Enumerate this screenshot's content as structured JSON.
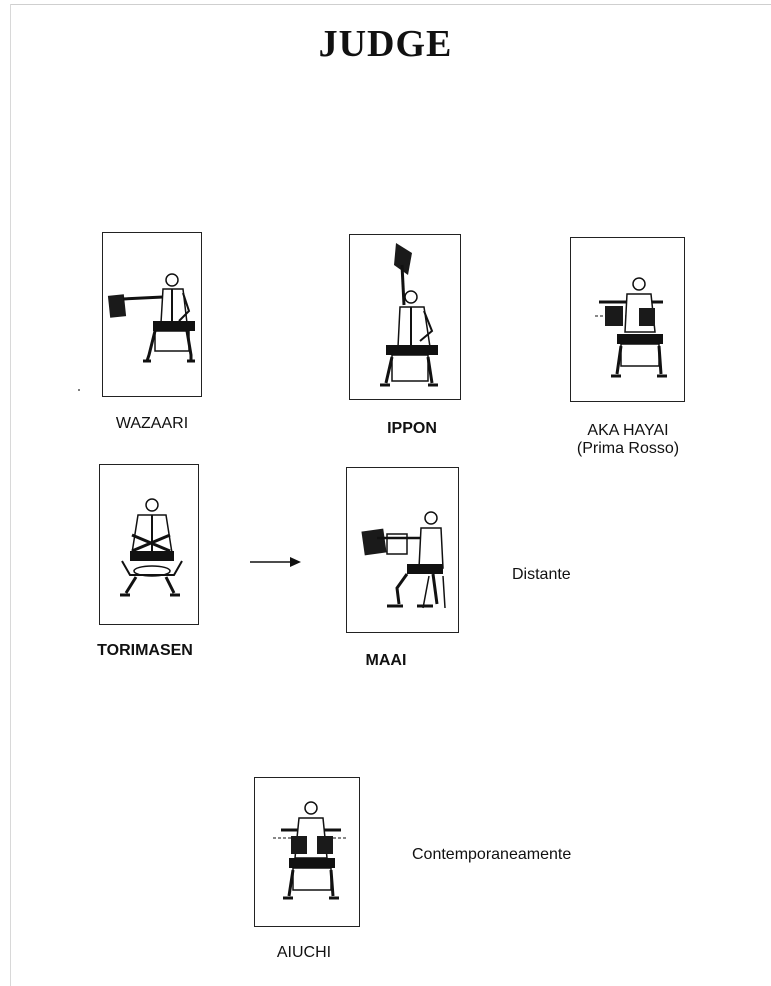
{
  "title": "JUDGE",
  "signals": [
    {
      "id": "wazaari",
      "label": "WAZAARI"
    },
    {
      "id": "ippon",
      "label": "IPPON"
    },
    {
      "id": "aka-hayai",
      "label": "AKA HAYAI",
      "sublabel": "(Prima Rosso)"
    },
    {
      "id": "torimasen",
      "label": "TORIMASEN"
    },
    {
      "id": "maai",
      "label": "MAAI",
      "note": "Distante"
    },
    {
      "id": "aiuchi",
      "label": "AIUCHI",
      "note": "Contemporaneamente"
    }
  ]
}
